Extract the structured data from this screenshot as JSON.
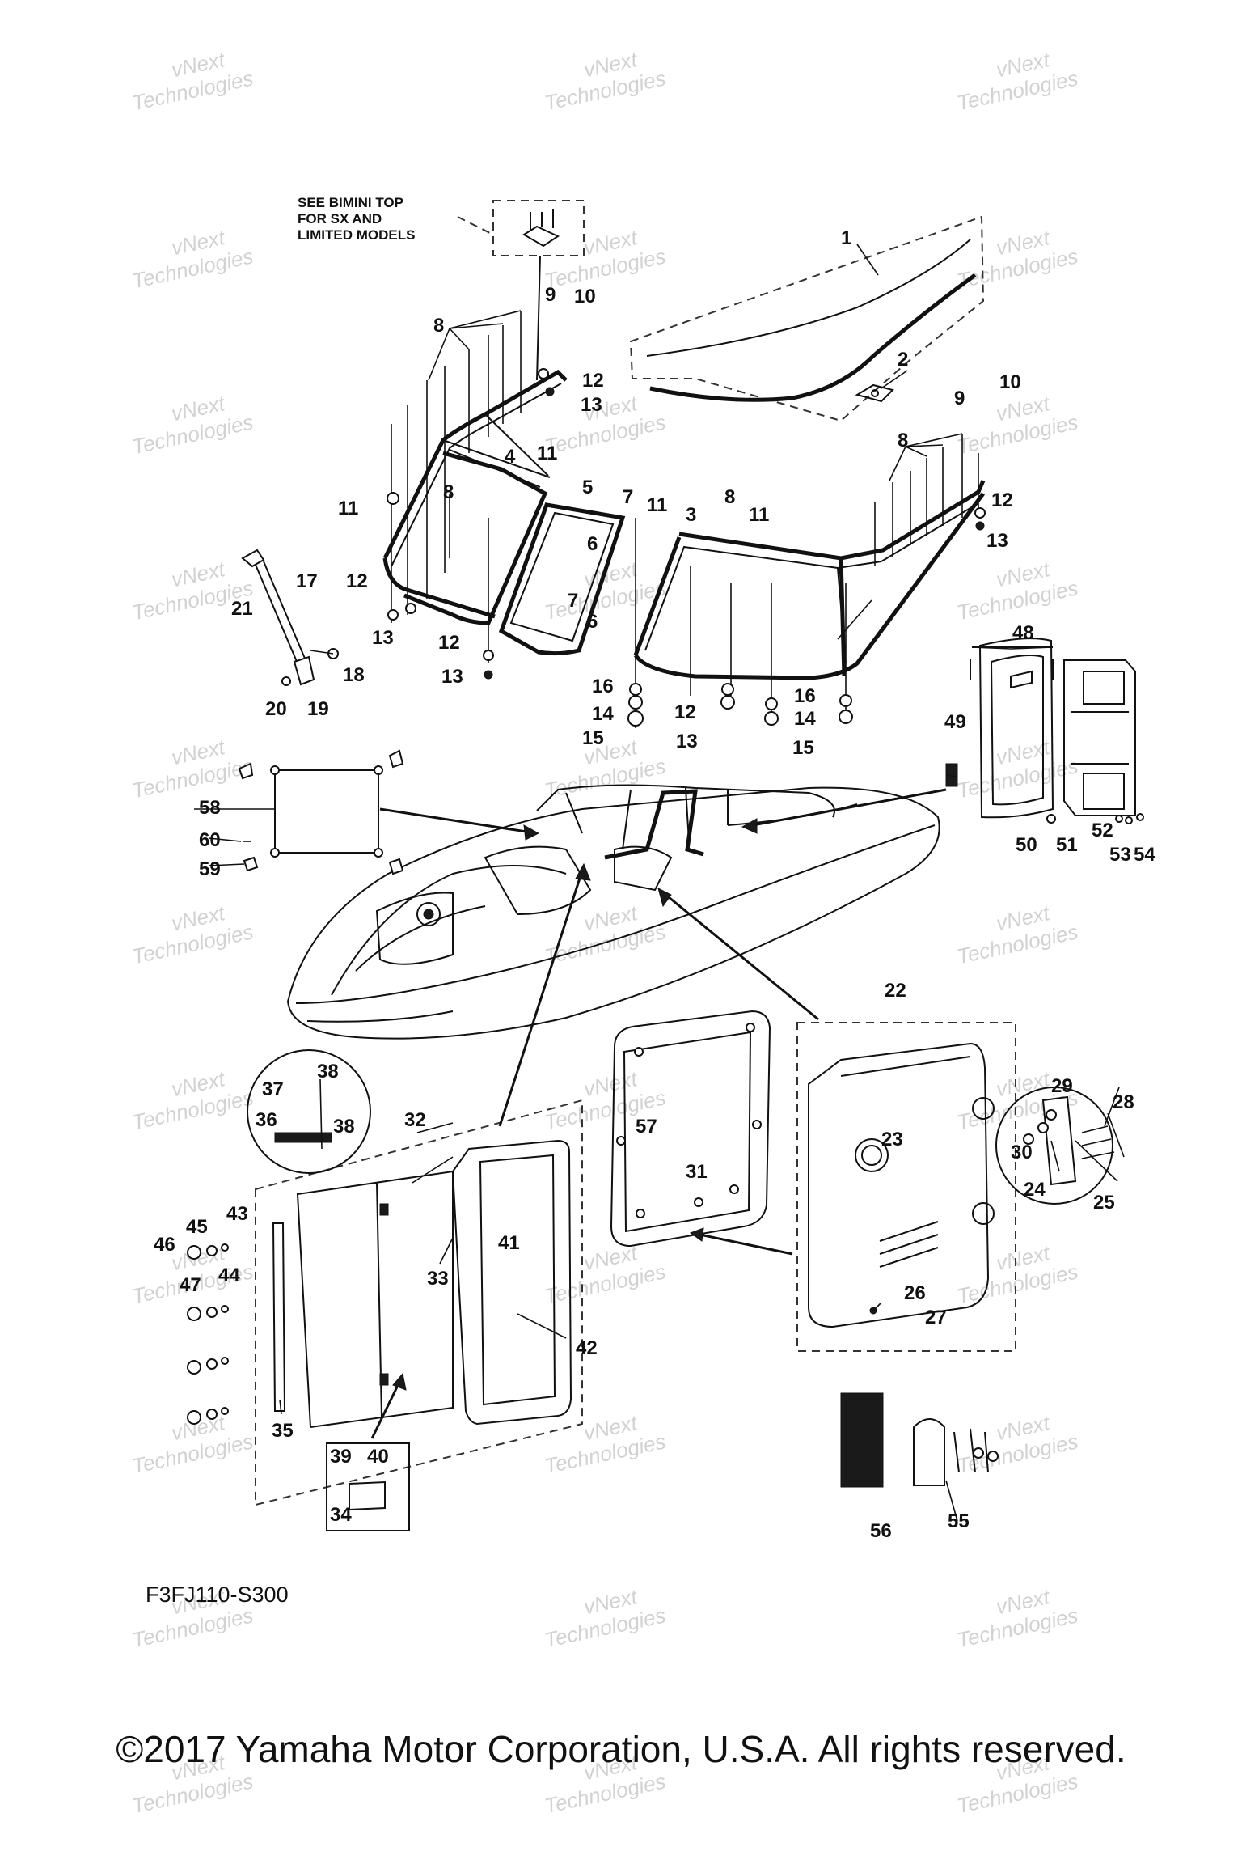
{
  "watermark": {
    "line1": "vNext",
    "line2": "Technologies"
  },
  "note": {
    "line1": "SEE BIMINI TOP",
    "line2": "FOR SX AND",
    "line3": "LIMITED MODELS"
  },
  "diagram_code": "F3FJ110-S300",
  "copyright": "©2017 Yamaha Motor Corporation, U.S.A. All rights reserved.",
  "callouts": {
    "n1": "1",
    "n2": "2",
    "n3": "3",
    "n4": "4",
    "n5": "5",
    "n6": "6",
    "n7": "7",
    "n8": "8",
    "n9": "9",
    "n10": "10",
    "n11": "11",
    "n12": "12",
    "n13": "13",
    "n14": "14",
    "n15": "15",
    "n16": "16",
    "n17": "17",
    "n18": "18",
    "n19": "19",
    "n20": "20",
    "n21": "21",
    "n22": "22",
    "n23": "23",
    "n24": "24",
    "n25": "25",
    "n26": "26",
    "n27": "27",
    "n28": "28",
    "n29": "29",
    "n30": "30",
    "n31": "31",
    "n32": "32",
    "n33": "33",
    "n34": "34",
    "n35": "35",
    "n36": "36",
    "n37": "37",
    "n38": "38",
    "n39": "39",
    "n40": "40",
    "n41": "41",
    "n42": "42",
    "n43": "43",
    "n44": "44",
    "n45": "45",
    "n46": "46",
    "n47": "47",
    "n48": "48",
    "n49": "49",
    "n50": "50",
    "n51": "51",
    "n52": "52",
    "n53": "53",
    "n54": "54",
    "n55": "55",
    "n56": "56",
    "n57": "57",
    "n58": "58",
    "n59": "59",
    "n60": "60"
  }
}
